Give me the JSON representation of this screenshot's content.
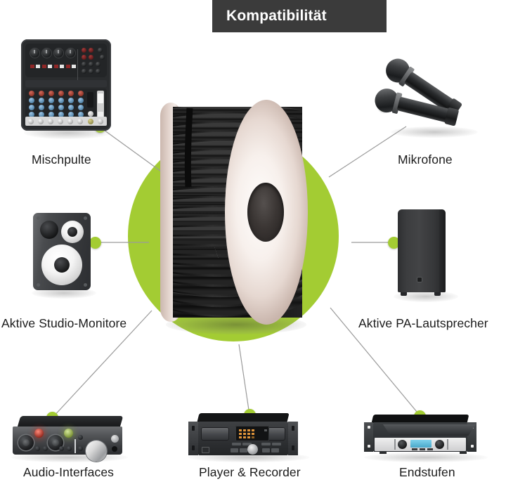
{
  "page": {
    "language": "de",
    "background_color": "#ffffff",
    "accent_color": "#a3cc33",
    "banner_color": "#3b3b3b",
    "text_color": "#1b1b1b"
  },
  "header": {
    "title": "Kompatibilität"
  },
  "hub": {
    "name": "cable-spool",
    "description": "Kabeltrommel",
    "circle_color": "#a3cc33"
  },
  "items": [
    {
      "id": "mischpulte",
      "label": "Mischpulte",
      "icon": "mixer-icon",
      "position": "top-left"
    },
    {
      "id": "mikrofone",
      "label": "Mikrofone",
      "icon": "microphone-icon",
      "position": "top-right"
    },
    {
      "id": "studio-monitore",
      "label": "Aktive Studio-Monitore",
      "icon": "studio-monitor-icon",
      "position": "middle-left"
    },
    {
      "id": "pa-lautsprecher",
      "label": "Aktive PA-Lautsprecher",
      "icon": "pa-speaker-icon",
      "position": "middle-right"
    },
    {
      "id": "audio-interfaces",
      "label": "Audio-Interfaces",
      "icon": "audio-interface-icon",
      "position": "bottom-left"
    },
    {
      "id": "player-recorder",
      "label": "Player & Recorder",
      "icon": "rack-player-icon",
      "position": "bottom-center"
    },
    {
      "id": "endstufen",
      "label": "Endstufen",
      "icon": "power-amplifier-icon",
      "position": "bottom-right"
    }
  ]
}
